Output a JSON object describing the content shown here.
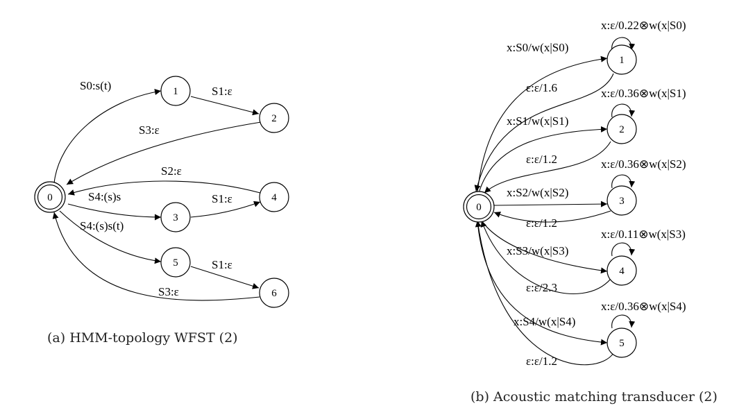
{
  "panel_a": {
    "caption": "(a) HMM-topology WFST (2)",
    "nodes": {
      "n0": "0",
      "n1": "1",
      "n2": "2",
      "n3": "3",
      "n4": "4",
      "n5": "5",
      "n6": "6"
    },
    "edges": {
      "e01": "S0:s(t)",
      "e12": "S1:ε",
      "e20": "S3:ε",
      "e40": "S2:ε",
      "e03": "S4:(s)s",
      "e34": "S1:ε",
      "e05": "S4:(s)s(t)",
      "e56": "S1:ε",
      "e60": "S3:ε"
    }
  },
  "panel_b": {
    "caption": "(b) Acoustic matching transducer (2)",
    "nodes": {
      "n0": "0",
      "n1": "1",
      "n2": "2",
      "n3": "3",
      "n4": "4",
      "n5": "5"
    },
    "edges": {
      "loop1": "x:ε/0.22⊗w(x|S0)",
      "e01": "x:S0/w(x|S0)",
      "e10": "ε:ε/1.6",
      "loop2": "x:ε/0.36⊗w(x|S1)",
      "e02": "x:S1/w(x|S1)",
      "e20": "ε:ε/1.2",
      "loop3": "x:ε/0.36⊗w(x|S2)",
      "e03": "x:S2/w(x|S2)",
      "e30": "ε:ε/1.2",
      "loop4": "x:ε/0.11⊗w(x|S3)",
      "e04": "x:S3/w(x|S3)",
      "e40": "ε:ε/2.3",
      "loop5": "x:ε/0.36⊗w(x|S4)",
      "e05": "x:S4/w(x|S4)",
      "e50": "ε:ε/1.2"
    }
  }
}
